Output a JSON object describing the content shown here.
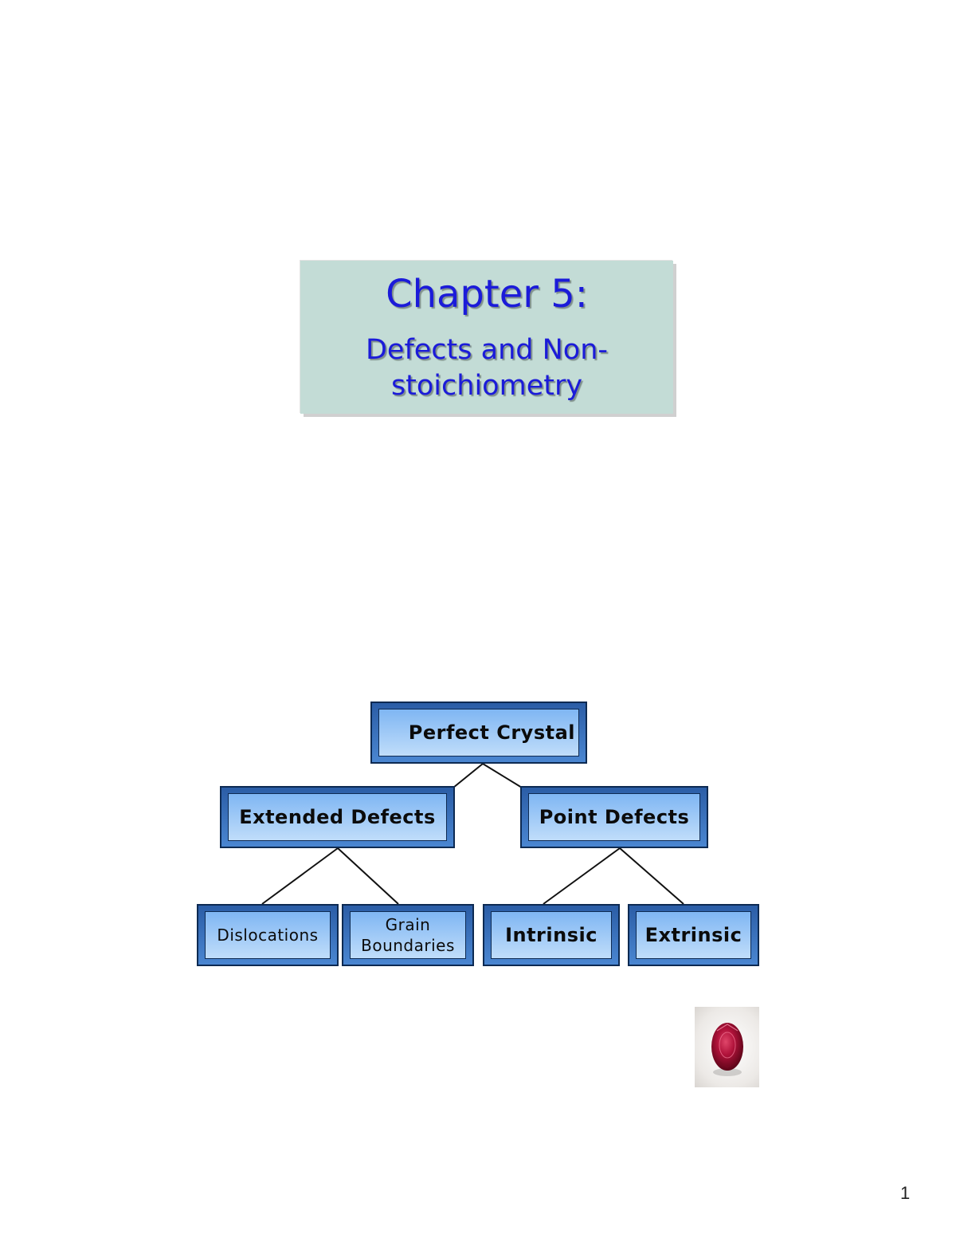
{
  "title_card": {
    "chapter": "Chapter 5:",
    "subtitle_line1": "Defects and Non-",
    "subtitle_line2": "stoichiometry"
  },
  "tree": {
    "root": "Perfect Crystal",
    "left": "Extended Defects",
    "right": "Point Defects",
    "left_children": [
      "Dislocations",
      "Grain",
      "Boundaries"
    ],
    "right_children": [
      "Intrinsic",
      "Extrinsic"
    ]
  },
  "page_number": "1",
  "colors": {
    "title_background": "#c3dcd6",
    "title_text": "#1b1bd9",
    "node_face": "#9cc8f6",
    "node_frame": "#2b5da6",
    "gem": "#b0123a"
  }
}
